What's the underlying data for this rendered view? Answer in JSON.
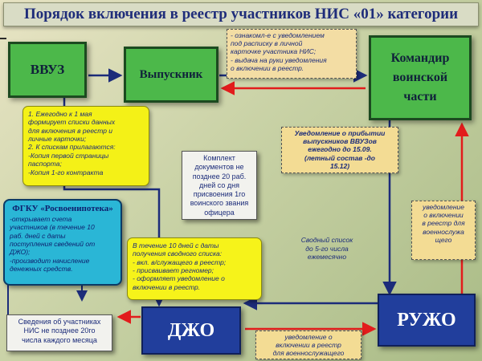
{
  "title": "Порядок включения в реестр участников НИС «01» категории",
  "nodes": {
    "vvuz": "ВВУЗ",
    "graduate": "Выпускник",
    "commander": "Командир воинской части",
    "fgku_name": "ФГКУ «Росвоенипотека»",
    "dzho": "ДЖО",
    "ruzho": "РУЖО"
  },
  "notes": {
    "acquaint": [
      "- ознакомл-е с уведомлением",
      "под расписку в личной",
      "карточке участника НИС;",
      "- выдача на руки уведомления",
      "о включении в реестр."
    ],
    "arrival": [
      "Уведомление о прибытии",
      "выпускников ВВУЗов",
      "ежегодно до 15.09.",
      "(летный состав -до",
      "15.12)"
    ],
    "package": [
      "Комплект",
      "документов не",
      "позднее 20 раб.",
      "дней со дня",
      "присвоения 1го",
      "воинского звания",
      "офицера"
    ],
    "vvuz_duties": [
      "1. Ежегодно к 1 мая",
      "формирует списки данных",
      "для включения в реестр и",
      "личные карточки;",
      "2.     К спискам прилагаются:",
      "-Копия первой страницы",
      "паспорта;",
      "-Копия 1-го контракта"
    ],
    "fgku_duties": [
      "-открывает счета",
      "участников (в течение 10",
      "раб. дней с даты",
      "поступления сведений от",
      "ДЖО);",
      "-производит начисление",
      "денежных средств."
    ],
    "dzho_duties": [
      "В течение 10 дней с даты",
      "получения сводного списка:",
      "- вкл. в/служащего в реестр;",
      "- присваивает регномер;",
      "- оформляет уведомление о",
      "включении в реестр."
    ],
    "summary_list": [
      "Сводный список",
      "до 5-го числа",
      "ежемесячно"
    ],
    "notify_right": [
      "уведомление",
      "о включении",
      "в реестр для",
      "военнослужа",
      "щего"
    ],
    "notify_bottom": [
      "уведомление о",
      "включении в реестр",
      "для военнослужащего"
    ],
    "participants_info": [
      "Сведения об участниках",
      "НИС не позднее 20го",
      "числа каждого месяца"
    ]
  },
  "colors": {
    "green_node": "#4cb84a",
    "blue_node": "#213e9c",
    "fgku_fill": "#2ab6d6",
    "yellow_note": "#f4f117",
    "tan_note": "#f3dda4",
    "arrow_red": "#e21c1c",
    "arrow_blue": "#1c2c7a"
  }
}
